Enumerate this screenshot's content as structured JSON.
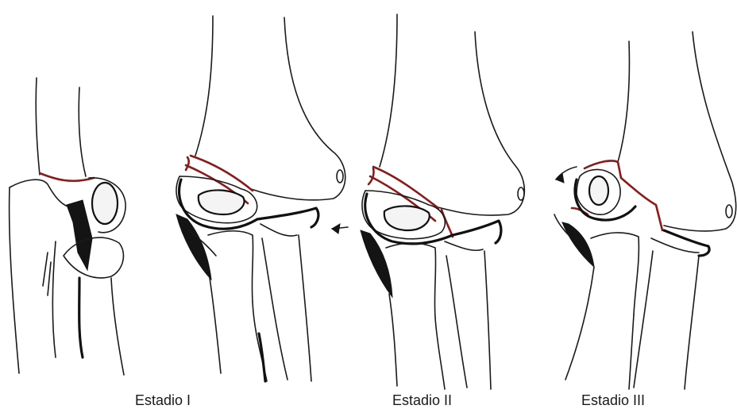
{
  "labels": {
    "stage1": "Estadio I",
    "stage2": "Estadio II",
    "stage3": "Estadio III"
  },
  "colors": {
    "ink": "#1a1a1a",
    "fracture_line": "#8b1a1a",
    "background": "#ffffff"
  }
}
